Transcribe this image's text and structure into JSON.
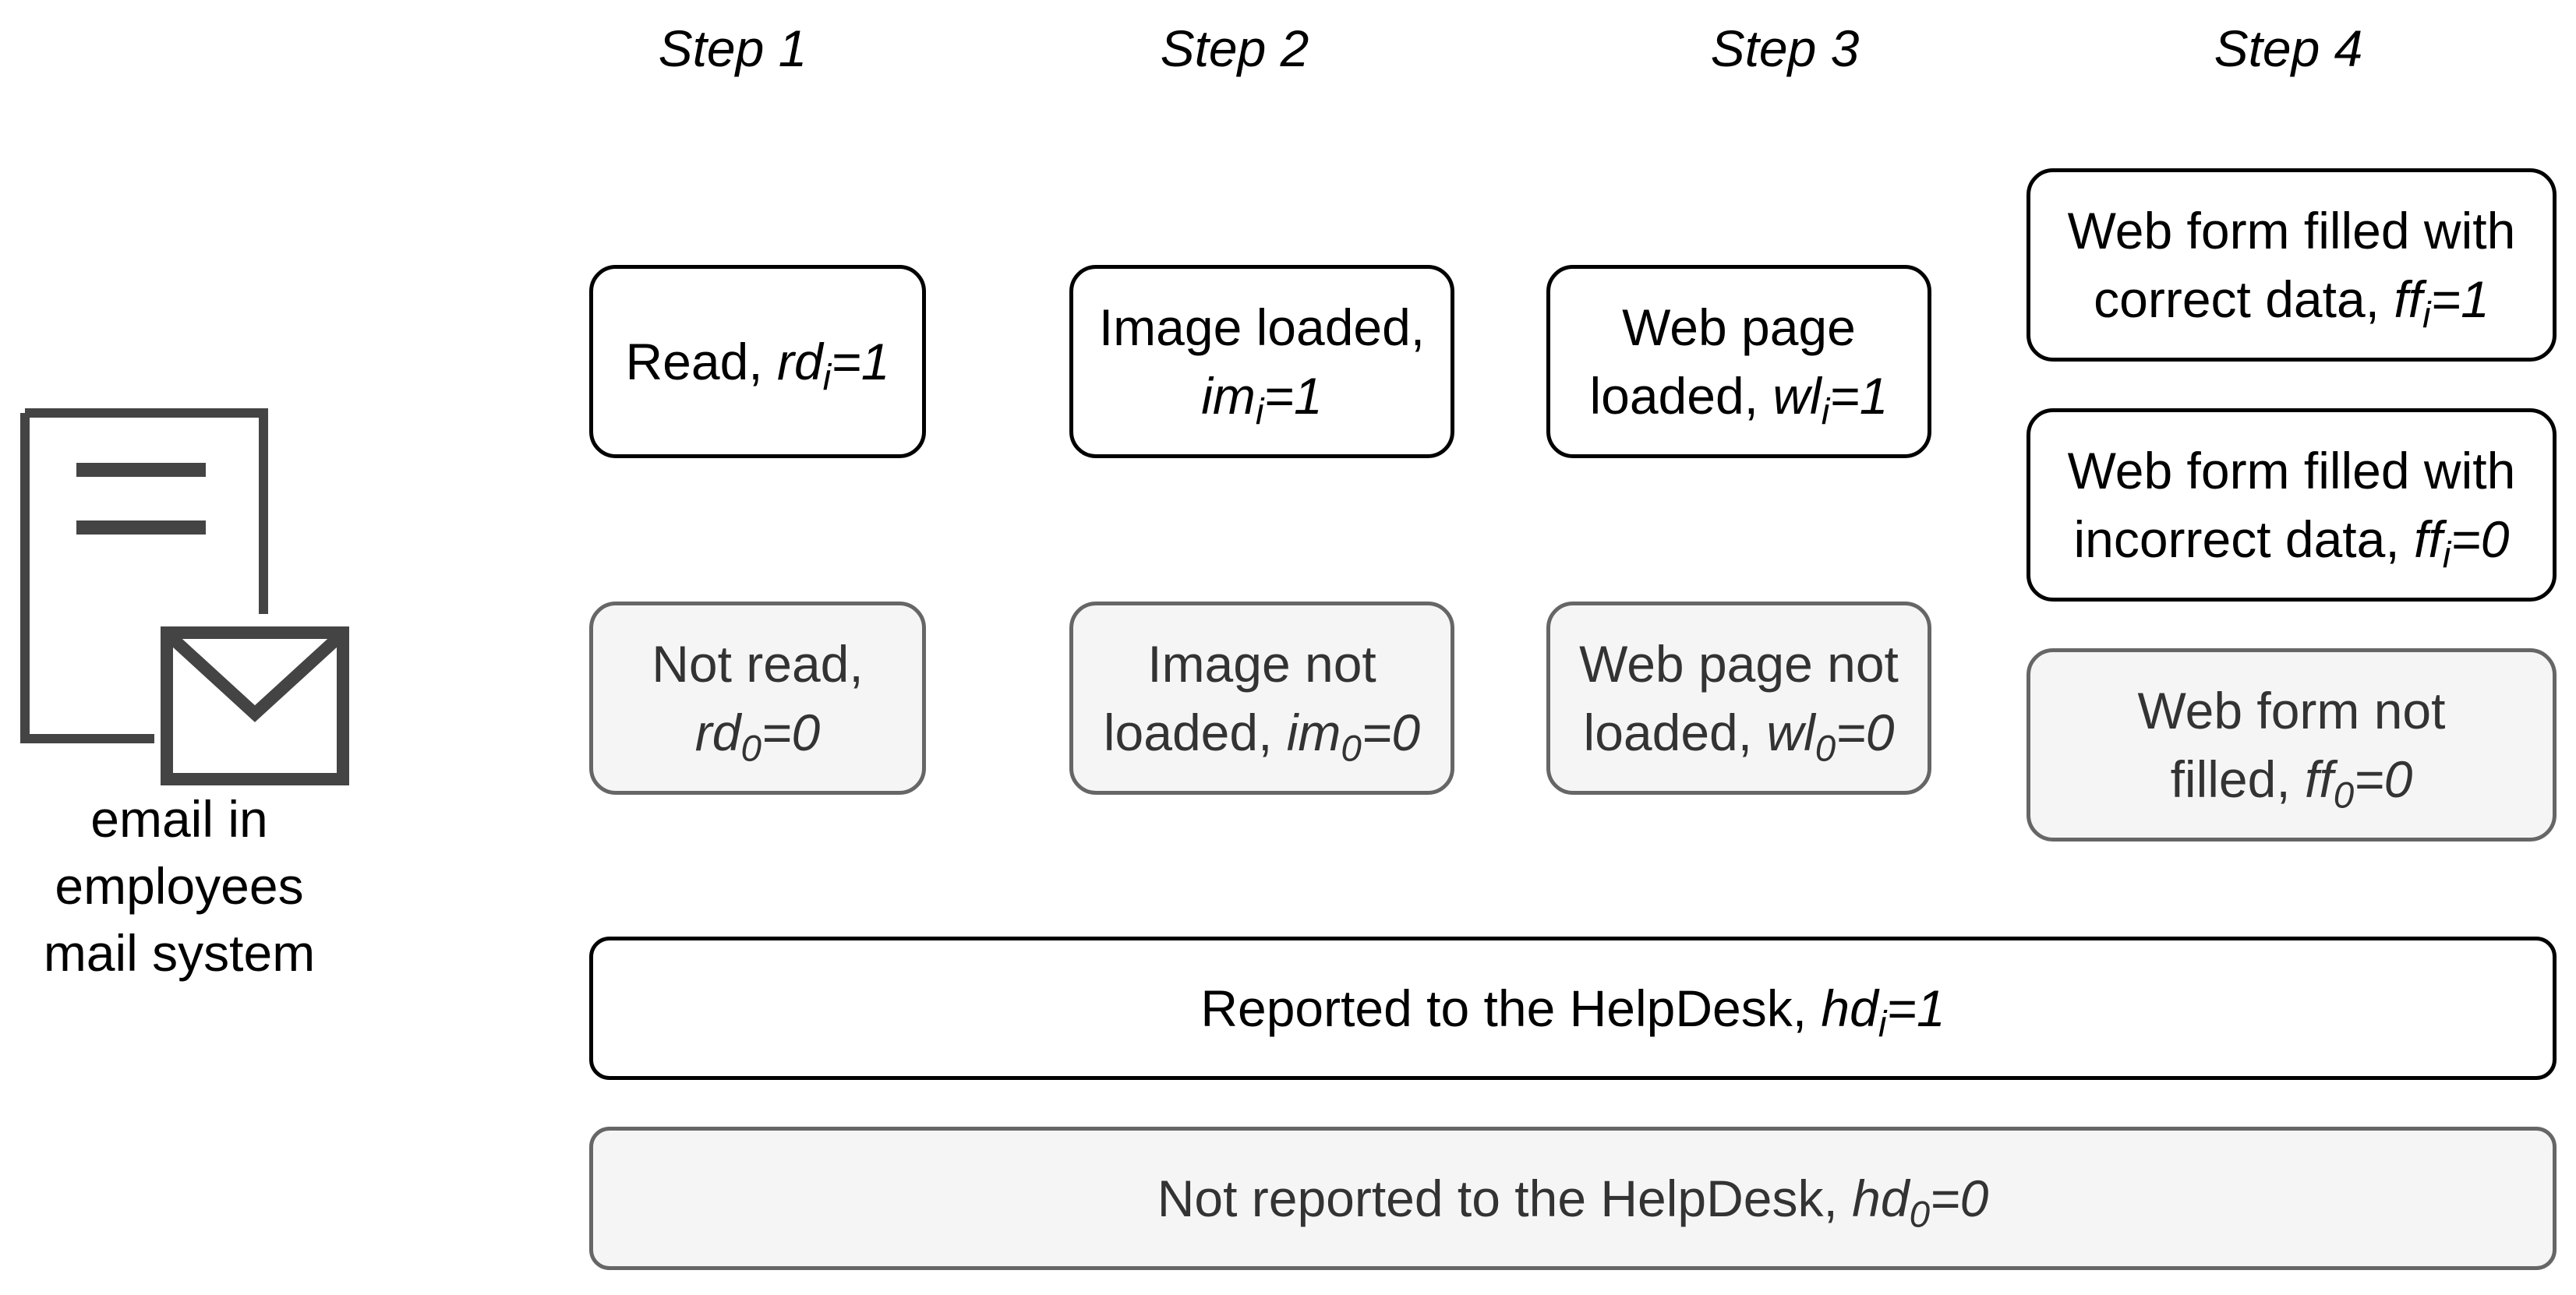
{
  "steps": [
    "Step 1",
    "Step 2",
    "Step 3",
    "Step 4"
  ],
  "email": {
    "label_lines": [
      "email in",
      "employees",
      "mail system"
    ],
    "icon": "email-document-icon"
  },
  "colors": {
    "solid_border": "#000000",
    "faded_border": "#666666",
    "faded_fill": "#f5f5f5",
    "faded_text": "#333333",
    "icon": "#444444"
  },
  "boxes": {
    "read": {
      "lines": [
        [
          "Read, ",
          "rd",
          "i",
          "=1"
        ]
      ]
    },
    "not_read": {
      "lines": [
        [
          "Not read,",
          "",
          "",
          ""
        ],
        [
          "",
          "rd",
          "0",
          "=0"
        ]
      ]
    },
    "image_loaded": {
      "lines": [
        [
          "Image loaded,",
          "",
          "",
          ""
        ],
        [
          "",
          "im",
          "i",
          "=1"
        ]
      ]
    },
    "image_not_loaded": {
      "lines": [
        [
          "Image not",
          "",
          "",
          ""
        ],
        [
          "loaded, ",
          "im",
          "0",
          "=0"
        ]
      ]
    },
    "page_loaded": {
      "lines": [
        [
          "Web page",
          "",
          "",
          ""
        ],
        [
          "loaded, ",
          "wl",
          "i",
          "=1"
        ]
      ]
    },
    "page_not_loaded": {
      "lines": [
        [
          "Web page not",
          "",
          "",
          ""
        ],
        [
          "loaded, ",
          "wl",
          "0",
          "=0"
        ]
      ]
    },
    "form_correct": {
      "lines": [
        [
          "Web form filled with",
          "",
          "",
          ""
        ],
        [
          "correct data, ",
          "ff",
          "i",
          "=1"
        ]
      ]
    },
    "form_incorrect": {
      "lines": [
        [
          "Web form filled with",
          "",
          "",
          ""
        ],
        [
          "incorrect data, ",
          "ff",
          "i",
          "=0"
        ]
      ]
    },
    "form_not_filled": {
      "lines": [
        [
          "Web form not",
          "",
          "",
          ""
        ],
        [
          "filled, ",
          "ff",
          "0",
          "=0"
        ]
      ]
    },
    "reported": {
      "lines": [
        [
          "Reported to the HelpDesk, ",
          "hd",
          "i",
          "=1"
        ]
      ]
    },
    "not_reported": {
      "lines": [
        [
          "Not reported to the HelpDesk, ",
          "hd",
          "0",
          "=0"
        ]
      ]
    }
  }
}
